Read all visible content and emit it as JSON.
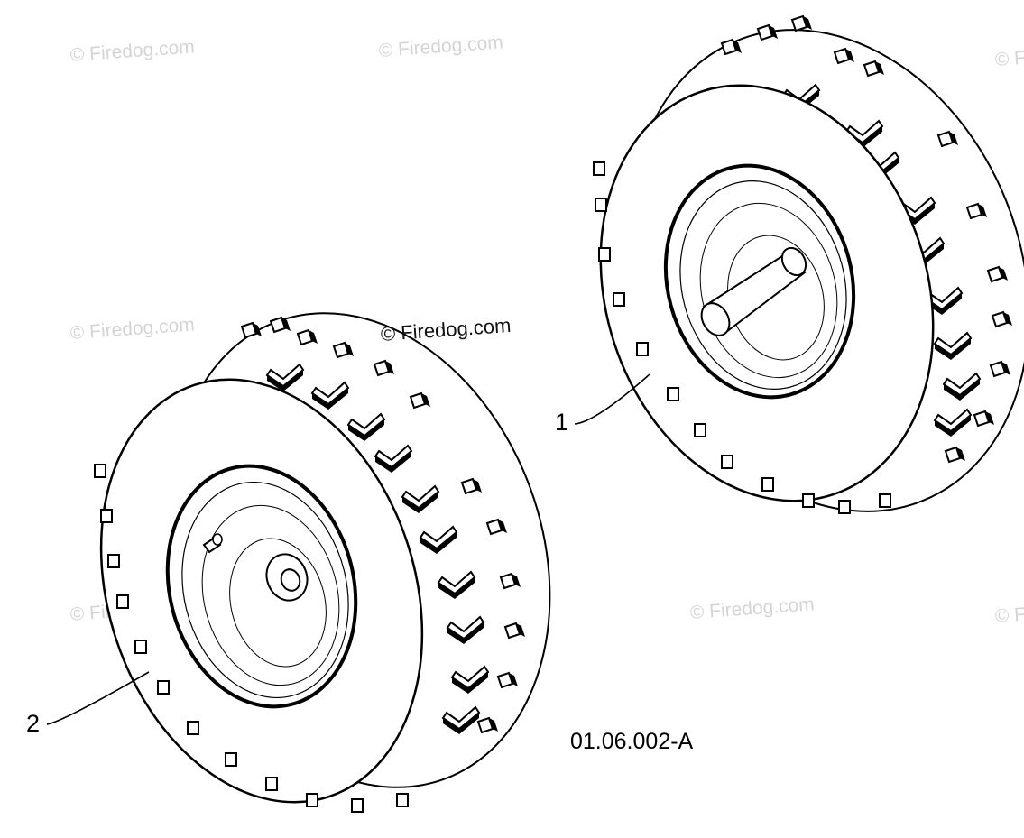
{
  "watermark": {
    "text": "© Firedog.com",
    "color": "#d4d4d4"
  },
  "center_watermark": {
    "text": "© Firedog.com"
  },
  "callouts": [
    {
      "label": "1",
      "part": "wheel-with-axle-shaft"
    },
    {
      "label": "2",
      "part": "wheel-with-hub"
    }
  ],
  "drawing_code": "01.06.002-A",
  "colors": {
    "line": "#000000",
    "background": "#ffffff"
  }
}
